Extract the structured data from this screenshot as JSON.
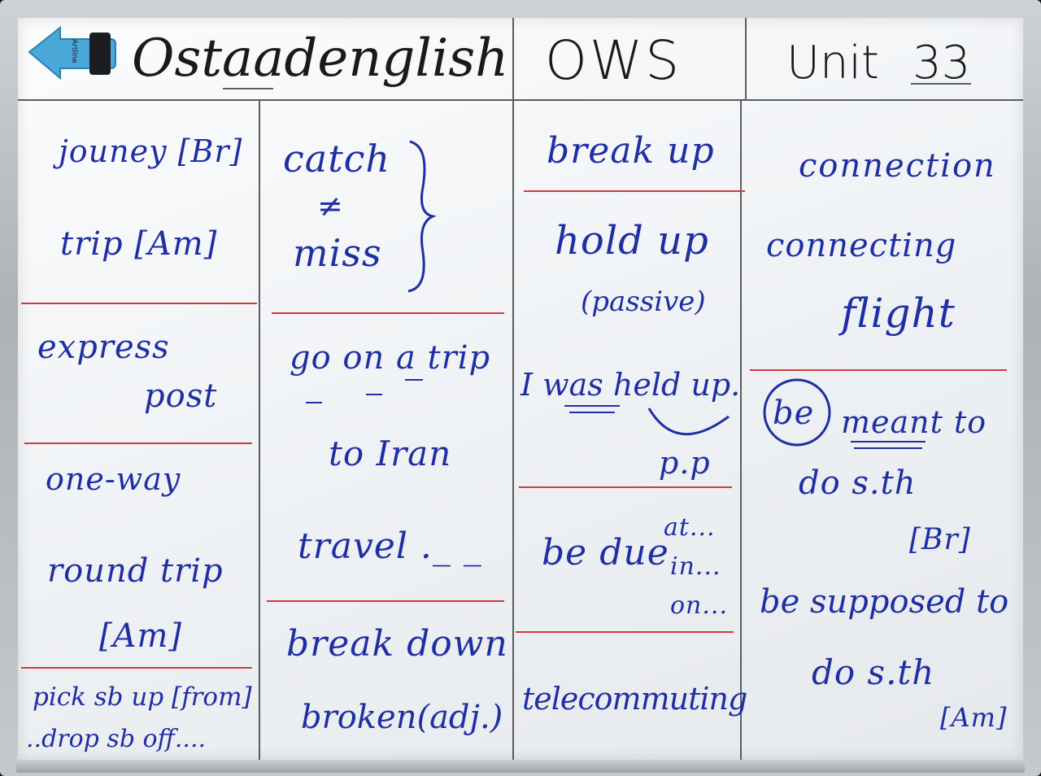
{
  "header": {
    "brand": "Ostaadenglish",
    "course": "OWS",
    "unit_label": "Unit",
    "unit_number": "33"
  },
  "eraser": {
    "brand": "Artline",
    "color": "#4aa8d8"
  },
  "colors": {
    "ink": "#1f2fa3",
    "header_ink": "#1a1a1a",
    "divider_red": "#d23a3a",
    "board": "#f2f4f6"
  },
  "col1": {
    "journey": "jouney [Br]",
    "trip": "trip [Am]",
    "express": "express",
    "post": "post",
    "one_way": "one-way",
    "round_trip": "round trip",
    "am": "[Am]",
    "pick": "pick sb up [from]",
    "drop": "..drop sb off...."
  },
  "col2": {
    "catch": "catch",
    "not_equal": "≠",
    "miss": "miss",
    "go_on": "go on a trip",
    "to_iran": "to Iran",
    "travel": "travel ._ _",
    "break_down": "break down",
    "broken": "broken(adj.)"
  },
  "col3": {
    "break_up": "break up",
    "hold_up": "hold up",
    "passive": "(passive)",
    "was_held": "I was held up.",
    "pp": "p.p",
    "be_due": "be due",
    "at": "at...",
    "in": "in...",
    "on": "on...",
    "telecommuting": "telecommuting"
  },
  "col4": {
    "connection": "connection",
    "connecting": "connecting",
    "flight": "flight",
    "be": "be",
    "meant_to": "meant to",
    "do_sth": "do s.th",
    "br": "[Br]",
    "be_supposed": "be supposed to",
    "do_sth2": "do s.th",
    "am": "[Am]"
  }
}
